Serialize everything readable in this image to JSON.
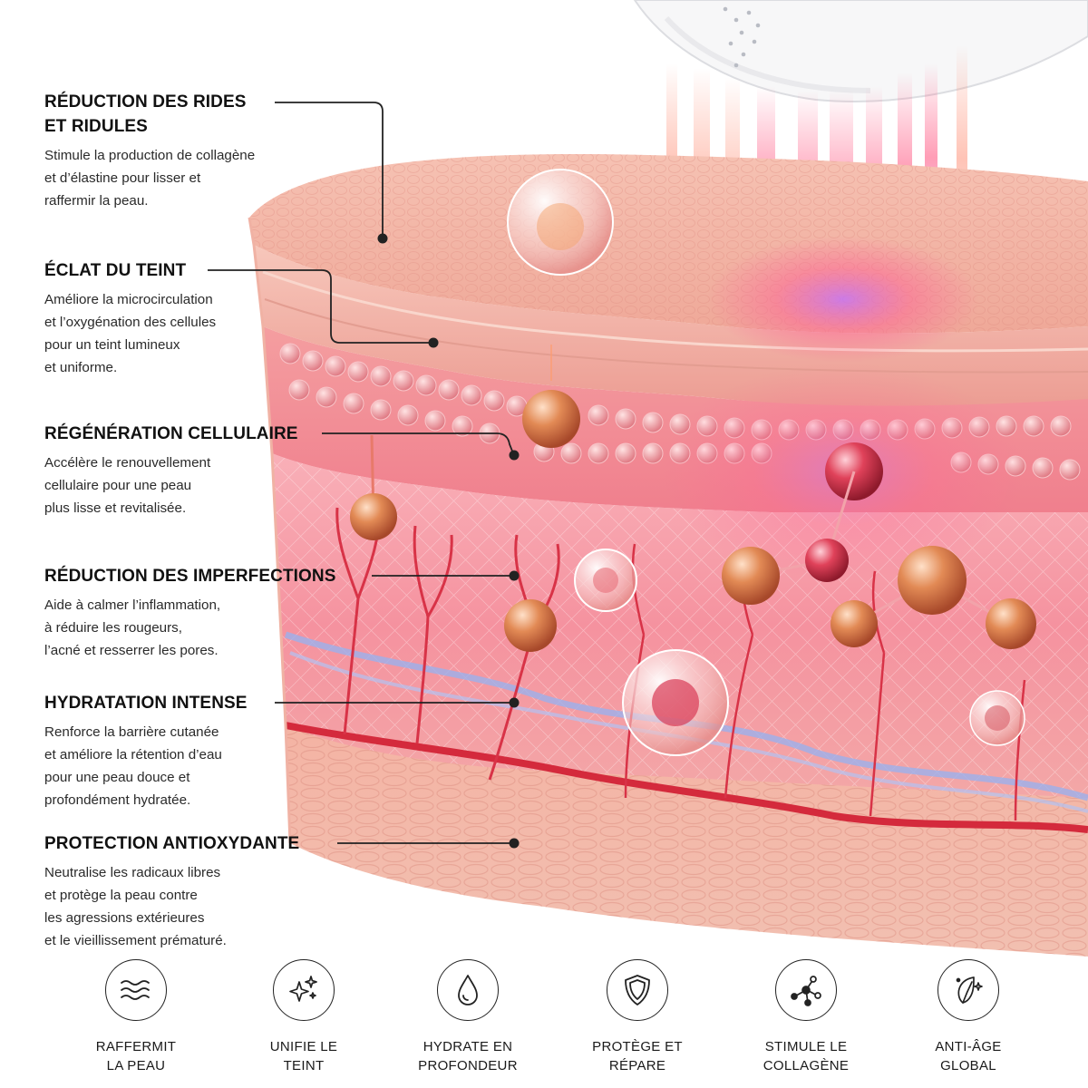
{
  "benefits": [
    {
      "title": "RÉDUCTION DES RIDES\nET RIDULES",
      "text": "Stimule la production de collagène\net d’élastine pour lisser et\nraffermir la peau."
    },
    {
      "title": "ÉCLAT DU TEINT",
      "text": "Améliore la microcirculation\net l’oxygénation des cellules\npour un teint lumineux\net uniforme."
    },
    {
      "title": "RÉGÉNÉRATION CELLULAIRE",
      "text": "Accélère le renouvellement\ncellulaire pour une peau\nplus lisse et revitalisée."
    },
    {
      "title": "RÉDUCTION DES IMPERFECTIONS",
      "text": "Aide à calmer l’inflammation,\nà réduire les rougeurs,\nl’acné et resserrer les pores."
    },
    {
      "title": "HYDRATATION INTENSE",
      "text": "Renforce la barrière cutanée\net améliore la rétention d’eau\npour une peau douce et\nprofondément hydratée."
    },
    {
      "title": "PROTECTION ANTIOXYDANTE",
      "text": "Neutralise les radicaux libres\net protège la peau contre\nles agressions extérieures\net le vieillissement prématuré."
    }
  ],
  "icons": [
    {
      "name": "waves-icon",
      "label": "RAFFERMIT\nLA PEAU"
    },
    {
      "name": "sparkles-icon",
      "label": "UNIFIE LE\nTEINT"
    },
    {
      "name": "water-drop-icon",
      "label": "HYDRATE EN\nPROFONDEUR"
    },
    {
      "name": "shield-icon",
      "label": "PROTÈGE ET\nRÉPARE"
    },
    {
      "name": "molecule-icon",
      "label": "STIMULE LE\nCOLLAGÈNE"
    },
    {
      "name": "leaf-sparkle-icon",
      "label": "ANTI-ÂGE\nGLOBAL"
    }
  ],
  "colors": {
    "skin_surface": "#f2b2a2",
    "skin_mid": "#f5a8a6",
    "dermis": "#f48e9a",
    "blood_vessel": "#d4283a",
    "vein": "#8fa6e8",
    "light_pink": "#ff5c8a",
    "light_violet": "#9a7cff",
    "text": "#1a1a1a"
  }
}
